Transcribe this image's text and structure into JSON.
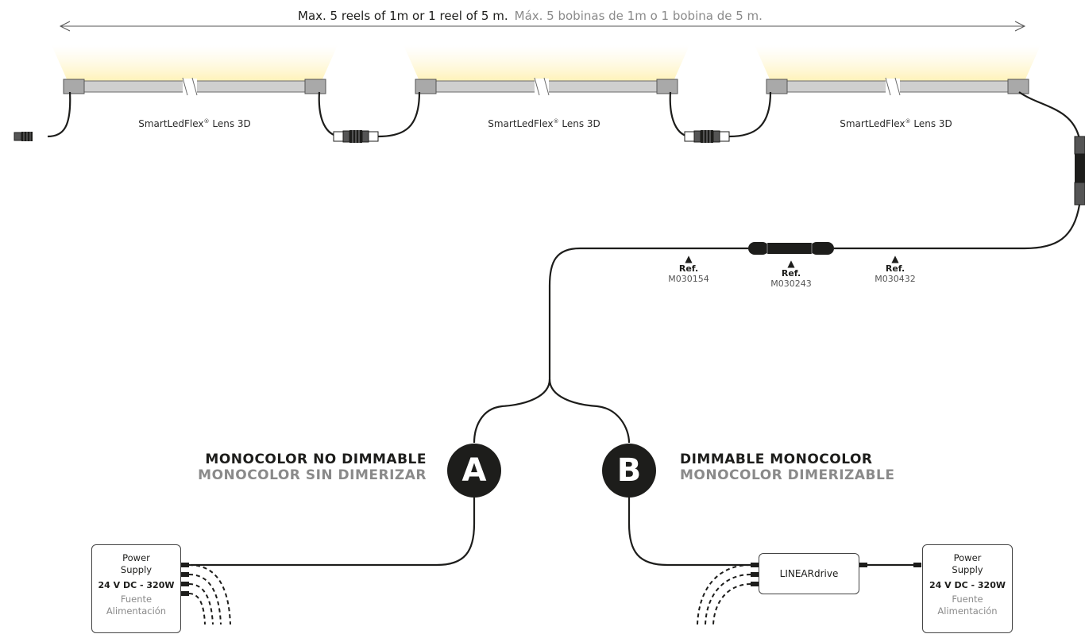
{
  "length_note": {
    "en": "Max. 5 reels of 1m or 1 reel of 5 m.",
    "es": "Máx. 5 bobinas de 1m o 1 bobina de 5 m."
  },
  "reels": [
    {
      "name": "SmartLedFlex",
      "reg": "®",
      "suffix": " Lens 3D"
    },
    {
      "name": "SmartLedFlex",
      "reg": "®",
      "suffix": " Lens 3D"
    },
    {
      "name": "SmartLedFlex",
      "reg": "®",
      "suffix": " Lens 3D"
    }
  ],
  "refs": [
    {
      "label": "Ref.",
      "code": "M030154"
    },
    {
      "label": "Ref.",
      "code": "M030243"
    },
    {
      "label": "Ref.",
      "code": "M030432"
    }
  ],
  "option_a": {
    "badge": "A",
    "title_en": "MONOCOLOR NO DIMMABLE",
    "title_es": "MONOCOLOR SIN DIMERIZAR"
  },
  "option_b": {
    "badge": "B",
    "title_en": "DIMMABLE MONOCOLOR",
    "title_es": "MONOCOLOR DIMERIZABLE"
  },
  "power_supply": {
    "line1": "Power",
    "line2": "Supply",
    "rating": "24 V DC - 320W",
    "es_line1": "Fuente",
    "es_line2": "Alimentación"
  },
  "driver": {
    "label": "LINEARdrive"
  },
  "colors": {
    "line": "#1d1d1b",
    "reel_body": "#cfcfcf",
    "reel_cap": "#a9a9a9",
    "glow": "#fff2b8",
    "badge": "#1d1d1b",
    "secondary_text": "#8a8a8a"
  }
}
